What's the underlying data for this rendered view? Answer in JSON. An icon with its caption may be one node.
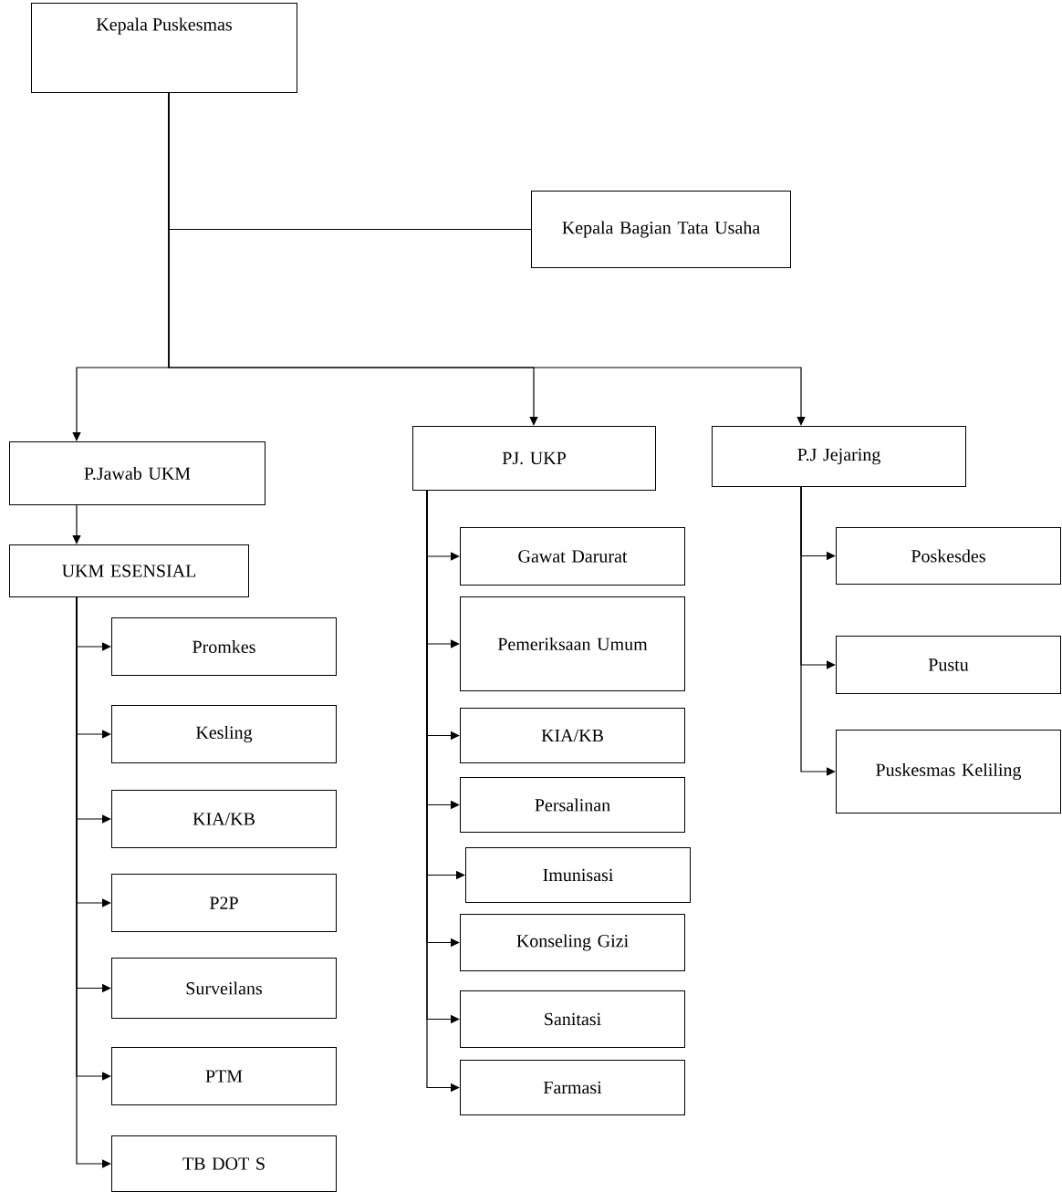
{
  "diagram": {
    "nodes": [
      {
        "text": [
          "Kepala Puskesmas"
        ]
      },
      {
        "text": [
          "Kepala Bagian Tata Usaha"
        ]
      },
      {
        "text": [
          "P.Jawab UKM"
        ]
      },
      {
        "text": [
          "PJ. UKP"
        ]
      },
      {
        "text": [
          "P.J Jejaring"
        ]
      },
      {
        "text": [
          "UKM ESENSIAL"
        ]
      },
      {
        "text": [
          "Promkes"
        ]
      },
      {
        "text": [
          "Kesling"
        ]
      },
      {
        "text": [
          "KIA/KB"
        ]
      },
      {
        "text": [
          "P2P"
        ]
      },
      {
        "text": [
          "Surveilans"
        ]
      },
      {
        "text": [
          "PTM"
        ]
      },
      {
        "text": [
          "TB DOT S"
        ]
      },
      {
        "text": [
          "Gawat Darurat"
        ]
      },
      {
        "text": [
          "Pemeriksaan Umum"
        ]
      },
      {
        "text": [
          "KIA/KB"
        ]
      },
      {
        "text": [
          "Persalinan"
        ]
      },
      {
        "text": [
          "Imunisasi"
        ]
      },
      {
        "text": [
          "Konseling Gizi"
        ]
      },
      {
        "text": [
          "Sanitasi"
        ]
      },
      {
        "text": [
          "Farmasi"
        ]
      },
      {
        "text": [
          "Poskesdes"
        ]
      },
      {
        "text": [
          "Pustu"
        ]
      },
      {
        "text": [
          "Puskesmas Keliling"
        ]
      }
    ],
    "edges": [
      {
        "from": 0,
        "to": 1,
        "arrow": "none"
      },
      {
        "from": 0,
        "to": 2,
        "arrow": "to"
      },
      {
        "from": 0,
        "to": 3,
        "arrow": "to"
      },
      {
        "from": 0,
        "to": 4,
        "arrow": "to"
      },
      {
        "from": 2,
        "to": 5,
        "arrow": "to"
      },
      {
        "from": 5,
        "to": 6,
        "arrow": "to"
      },
      {
        "from": 5,
        "to": 7,
        "arrow": "to"
      },
      {
        "from": 5,
        "to": 8,
        "arrow": "to"
      },
      {
        "from": 5,
        "to": 9,
        "arrow": "to"
      },
      {
        "from": 5,
        "to": 10,
        "arrow": "to"
      },
      {
        "from": 5,
        "to": 11,
        "arrow": "to"
      },
      {
        "from": 5,
        "to": 12,
        "arrow": "to"
      },
      {
        "from": 3,
        "to": 13,
        "arrow": "to"
      },
      {
        "from": 3,
        "to": 14,
        "arrow": "to"
      },
      {
        "from": 3,
        "to": 15,
        "arrow": "to"
      },
      {
        "from": 3,
        "to": 16,
        "arrow": "to"
      },
      {
        "from": 3,
        "to": 17,
        "arrow": "to"
      },
      {
        "from": 3,
        "to": 18,
        "arrow": "to"
      },
      {
        "from": 3,
        "to": 19,
        "arrow": "to"
      },
      {
        "from": 3,
        "to": 20,
        "arrow": "to"
      },
      {
        "from": 4,
        "to": 21,
        "arrow": "to"
      },
      {
        "from": 4,
        "to": 22,
        "arrow": "to"
      },
      {
        "from": 4,
        "to": 23,
        "arrow": "to"
      }
    ]
  }
}
